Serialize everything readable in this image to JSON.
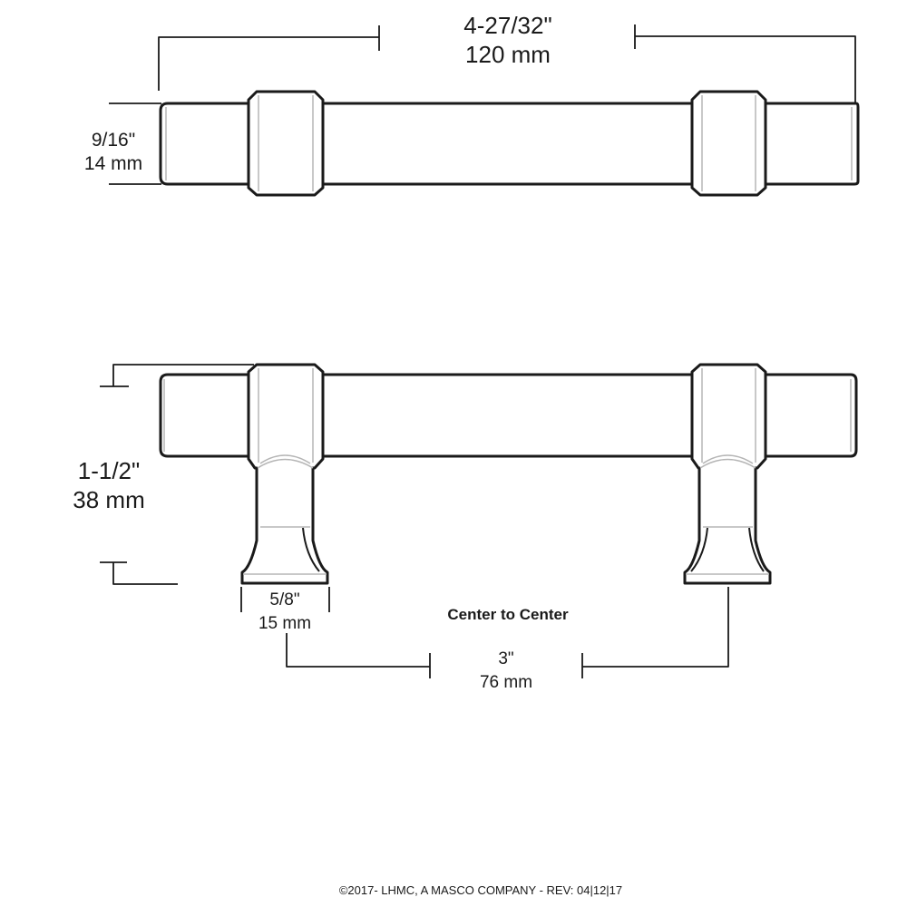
{
  "diagram": {
    "subject": "cabinet bar pull dimensional drawing",
    "views": [
      {
        "name": "top-view"
      },
      {
        "name": "side-view"
      }
    ],
    "dimensions": {
      "overall_length": {
        "imperial": "4-27/32\"",
        "metric": "120 mm"
      },
      "bar_diameter": {
        "imperial": "9/16\"",
        "metric": "14 mm"
      },
      "projection": {
        "imperial": "1-1/2\"",
        "metric": "38 mm"
      },
      "base_diameter": {
        "imperial": "5/8\"",
        "metric": "15 mm"
      },
      "center_to_center": {
        "title": "Center to Center",
        "imperial": "3\"",
        "metric": "76 mm"
      }
    },
    "footer": "©2017- LHMC, A MASCO COMPANY - REV: 04|12|17",
    "colors": {
      "line": "#1a1a1a",
      "highlight": "#b5b5b5",
      "background": "#ffffff"
    }
  }
}
